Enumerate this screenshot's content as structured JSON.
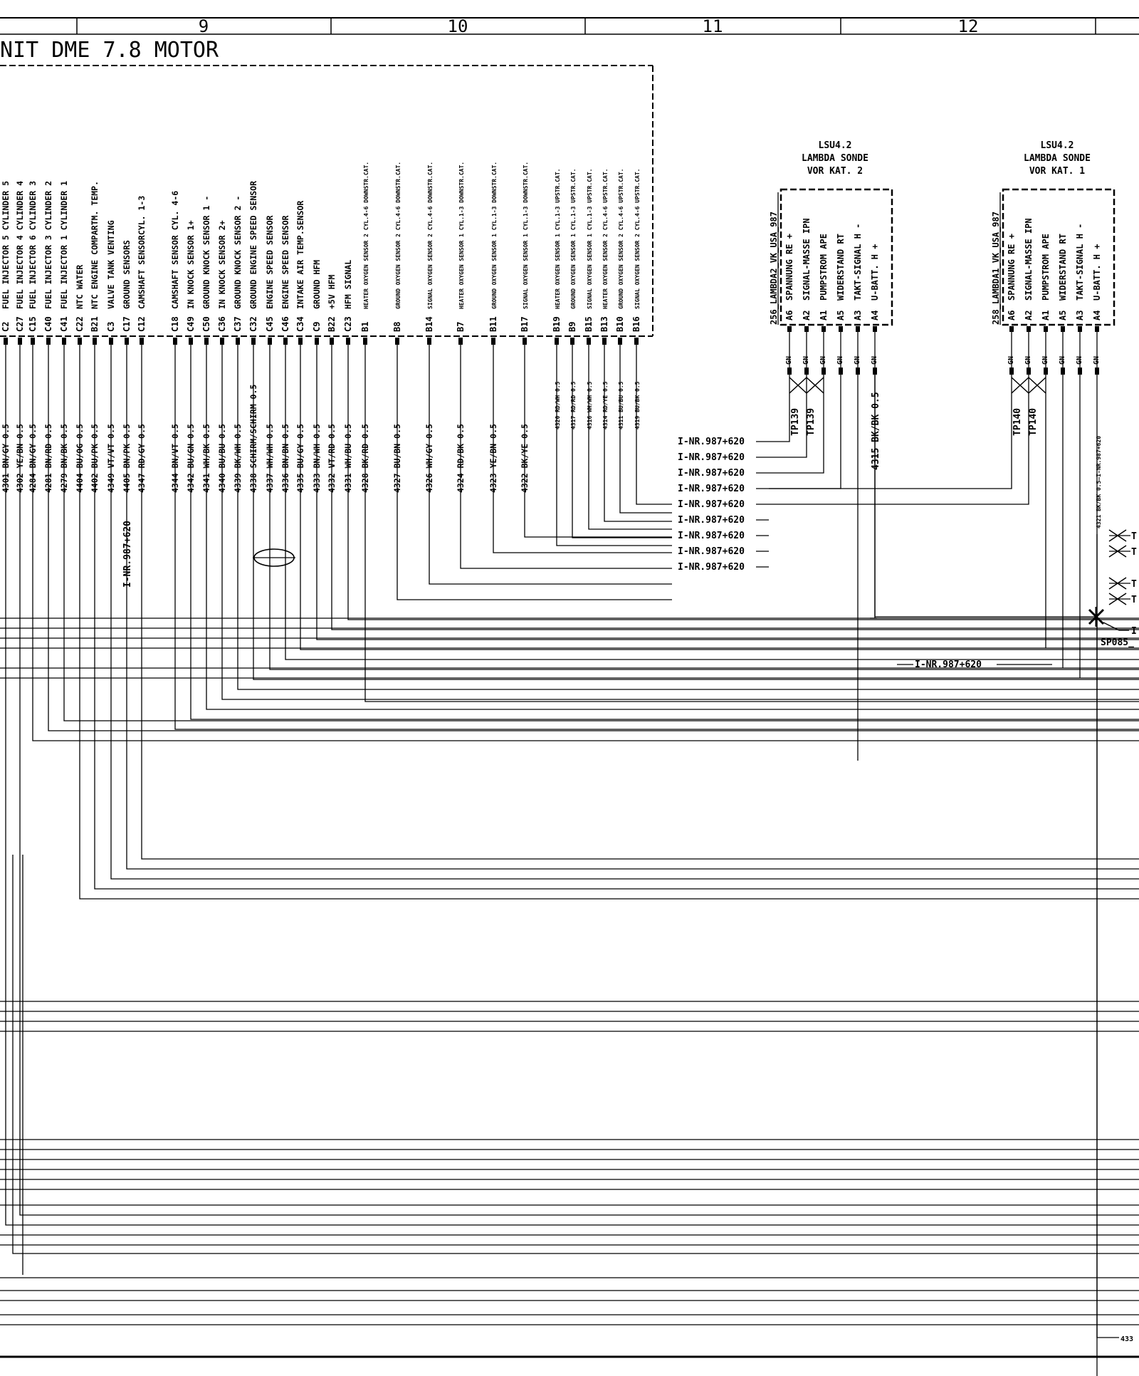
{
  "header": {
    "columns": [
      "9",
      "10",
      "11",
      "12"
    ],
    "title": "NIT DME 7.8  MOTOR"
  },
  "ecu_pins": [
    {
      "pin": "C2",
      "desc": "FUEL INJECTOR 5 CYLINDER 5",
      "wire": "4301 BN/GY 0.5"
    },
    {
      "pin": "C27",
      "desc": "FUEL INJECTOR 4 CYLINDER 4",
      "wire": "4302 YE/BN 0.5"
    },
    {
      "pin": "C15",
      "desc": "FUEL INJECTOR 6 CYLINDER 3",
      "wire": "4284 BN/GY 0.5"
    },
    {
      "pin": "C40",
      "desc": "FUEL INJECTOR 3 CYLINDER 2",
      "wire": "4281 BN/RD 0.5"
    },
    {
      "pin": "C41",
      "desc": "FUEL INJECTOR 1 CYLINDER 1",
      "wire": "4279 BN/BK 0.5"
    },
    {
      "pin": "C22",
      "desc": "NTC WATER",
      "wire": "4404 BU/OG 0.5"
    },
    {
      "pin": "B21",
      "desc": "NTC ENGINE COMPARTM. TEMP.",
      "wire": "4402 BU/PK 0.5"
    },
    {
      "pin": "C3",
      "desc": "VALVE TANK VENTING",
      "wire": "4349 VT/VT 0.5"
    },
    {
      "pin": "C17",
      "desc": "GROUND SENSORS",
      "wire": "4405 BN/PK 0.5"
    },
    {
      "pin": "C12",
      "desc": "CAMSHAFT SENSORCYL. 1-3",
      "wire": "4347 RD/GY 0.5"
    },
    {
      "pin": "C18",
      "desc": "CAMSHAFT SENSOR CYL. 4-6",
      "wire": "4344 BN/VT 0.5"
    },
    {
      "pin": "C49",
      "desc": "IN KNOCK SENSOR 1+",
      "wire": "4342 BU/GN 0.5"
    },
    {
      "pin": "C50",
      "desc": "GROUND KNOCK SENSOR 1 -",
      "wire": "4341 WH/BK 0.5"
    },
    {
      "pin": "C36",
      "desc": "IN KNOCK SENSOR 2+",
      "wire": "4340 BU/BU 0.5"
    },
    {
      "pin": "C37",
      "desc": "GROUND KNOCK SENSOR 2 -",
      "wire": "4339 BK/WH 0.5"
    },
    {
      "pin": "C32",
      "desc": "GROUND ENGINE  SPEED SENSOR",
      "wire": "4338 SCHIRM/SCHIRM 0.5"
    },
    {
      "pin": "C45",
      "desc": "ENGINE SPEED SENSOR",
      "wire": "4337 WH/WH 0.5"
    },
    {
      "pin": "C46",
      "desc": "ENGINE SPEED SENSOR",
      "wire": "4336 BN/BN 0.5"
    },
    {
      "pin": "C34",
      "desc": "INTAKE AIR TEMP.SENSOR",
      "wire": "4335 BU/GY 0.5"
    },
    {
      "pin": "C9",
      "desc": "GROUND HFM",
      "wire": "4333 BN/WH 0.5"
    },
    {
      "pin": "B22",
      "desc": "+5V HFM",
      "wire": "4332 VT/RD 0.5"
    },
    {
      "pin": "C23",
      "desc": "HFM SIGNAL",
      "wire": "4331 WH/BU 0.5"
    },
    {
      "pin": "B1",
      "desc": "HEATER OXYGEN SENSOR 2 CYL.4-6 DOWNSTR.CAT.",
      "wire": "4328 BK/RD 0.5"
    },
    {
      "pin": "B8",
      "desc": "GROUND OXYGEN SENSOR 2 CYL.4-6 DOWNSTR.CAT.",
      "wire": "4327 BU/BN 0.5"
    },
    {
      "pin": "B14",
      "desc": "SIGNAL OXYGEN SENSOR 2 CYL.4-6 DOWNSTR.CAT.",
      "wire": "4326 WH/GY 0.5"
    },
    {
      "pin": "B7",
      "desc": "HEATER OXYGEN SENSOR 1 CYL.1-3 DOWNSTR.CAT.",
      "wire": "4324 RD/BK 0.5"
    },
    {
      "pin": "B11",
      "desc": "GROUND OXYGEN SENSOR 1 CYL.1-3 DOWNSTR.CAT.",
      "wire": "4323 YE/BN 0.5"
    },
    {
      "pin": "B17",
      "desc": "SIGNAL OXYGEN SENSOR 1 CYL.1-3 DOWNSTR.CAT.",
      "wire": "4322 BK/YE 0.5"
    },
    {
      "pin": "B19",
      "desc": "HEATER OXYGEN SENSOR 1 CYL.1-3 UPSTR.CAT.",
      "wire": "4320 RD/WH 0.5"
    },
    {
      "pin": "B9",
      "desc": "GROUND OXYGEN SENSOR 1 CYL.1-3 UPSTR.CAT.",
      "wire": "4317 RD/RD 0.5"
    },
    {
      "pin": "B15",
      "desc": "SIGNAL OXYGEN SENSOR 1 CYL.1-3 UPSTR.CAT.",
      "wire": "4316 WH/WH 0.5"
    },
    {
      "pin": "B13",
      "desc": "HEATER OXYGEN SENSOR 2 CYL.4-6 UPSTR.CAT.",
      "wire": "4314 RD/YE 0.5"
    },
    {
      "pin": "B10",
      "desc": "GROUND OXYGEN SENSOR 2 CYL.4-6 UPSTR.CAT.",
      "wire": "4311 BU/BU 0.5"
    },
    {
      "pin": "B16",
      "desc": "SIGNAL OXYGEN SENSOR 2 CYL.4-6 UPSTR.CAT.",
      "wire": "4319 BU/BK 0.5"
    }
  ],
  "bus_label": "I-NR.987+620",
  "sensors": [
    {
      "title": [
        "LSU4.2",
        "LAMBDA SONDE",
        "VOR KAT. 2"
      ],
      "connector": "256_LAMBDA2_VK_USA_987",
      "pins": [
        {
          "pin": "A6",
          "name": "SPANNUNG  RE +"
        },
        {
          "pin": "A2",
          "name": "SIGNAL-MASSE IPN"
        },
        {
          "pin": "A1",
          "name": "PUMPSTROM  APE"
        },
        {
          "pin": "A5",
          "name": "WIDERSTAND  RT"
        },
        {
          "pin": "A3",
          "name": "TAKT-SIGNAL  H -"
        },
        {
          "pin": "A4",
          "name": "U-BATT.  H +"
        }
      ],
      "tps": [
        "TP139",
        "TP139"
      ],
      "wire": "4315 BK/BK 0.5"
    },
    {
      "title": [
        "LSU4.2",
        "LAMBDA SONDE",
        "VOR KAT. 1"
      ],
      "connector": "258_LAMBDA1_VK_USA_987",
      "pins": [
        {
          "pin": "A6",
          "name": "SPANNUNG  RE +"
        },
        {
          "pin": "A2",
          "name": "SIGNAL-MASSE IPN"
        },
        {
          "pin": "A1",
          "name": "PUMPSTROM  APE"
        },
        {
          "pin": "A5",
          "name": "WIDERSTAND  RT"
        },
        {
          "pin": "A3",
          "name": "TAKT-SIGNAL  H -"
        },
        {
          "pin": "A4",
          "name": "U-BATT.  H +"
        }
      ],
      "tps": [
        "TP140",
        "TP140"
      ],
      "wire": "4321 BK/BK 0.5—I-NR.987+620"
    }
  ],
  "gn_label": "GN",
  "splice": "SP085_",
  "right_marks": [
    "T",
    "T",
    "T",
    "T",
    "I"
  ],
  "bottom_tag": "433"
}
